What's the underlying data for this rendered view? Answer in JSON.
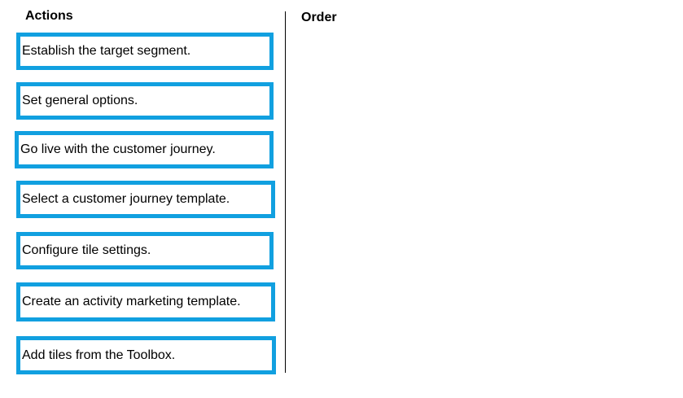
{
  "headers": {
    "actions": "Actions",
    "order": "Order"
  },
  "actions": [
    "Establish the target segment.",
    "Set general options.",
    "Go live with the customer journey.",
    "Select a customer journey template.",
    "Configure tile settings.",
    "Create an activity marketing template.",
    "Add tiles from the Toolbox."
  ],
  "colors": {
    "box_border": "#11a0e0",
    "divider": "#000000"
  }
}
